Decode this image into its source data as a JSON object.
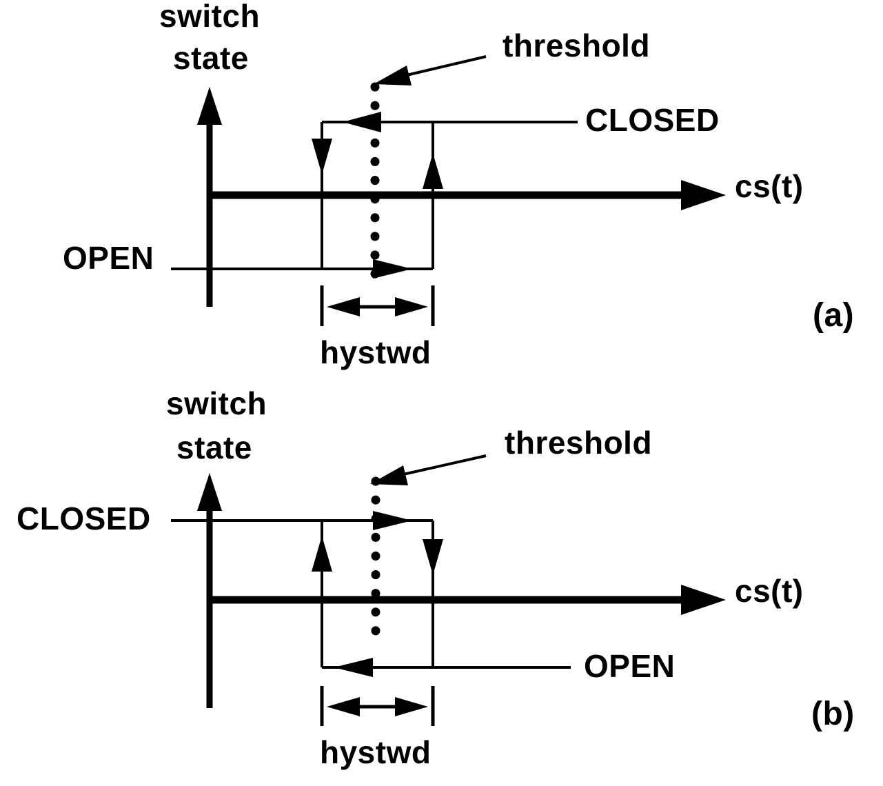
{
  "figure_name": "switch hysteresis diagram",
  "colors": {
    "ink": "#000000",
    "background": "#ffffff"
  },
  "panels": {
    "a": {
      "tag": "(a)",
      "axis_label_line1": "switch",
      "axis_label_line2": "state",
      "x_axis_label": "cs(t)",
      "threshold_label": "threshold",
      "closed_label": "CLOSED",
      "open_label": "OPEN",
      "hysteresis_width_label": "hystwd"
    },
    "b": {
      "tag": "(b)",
      "axis_label_line1": "switch",
      "axis_label_line2": "state",
      "x_axis_label": "cs(t)",
      "threshold_label": "threshold",
      "closed_label": "CLOSED",
      "open_label": "OPEN",
      "hysteresis_width_label": "hystwd"
    }
  }
}
